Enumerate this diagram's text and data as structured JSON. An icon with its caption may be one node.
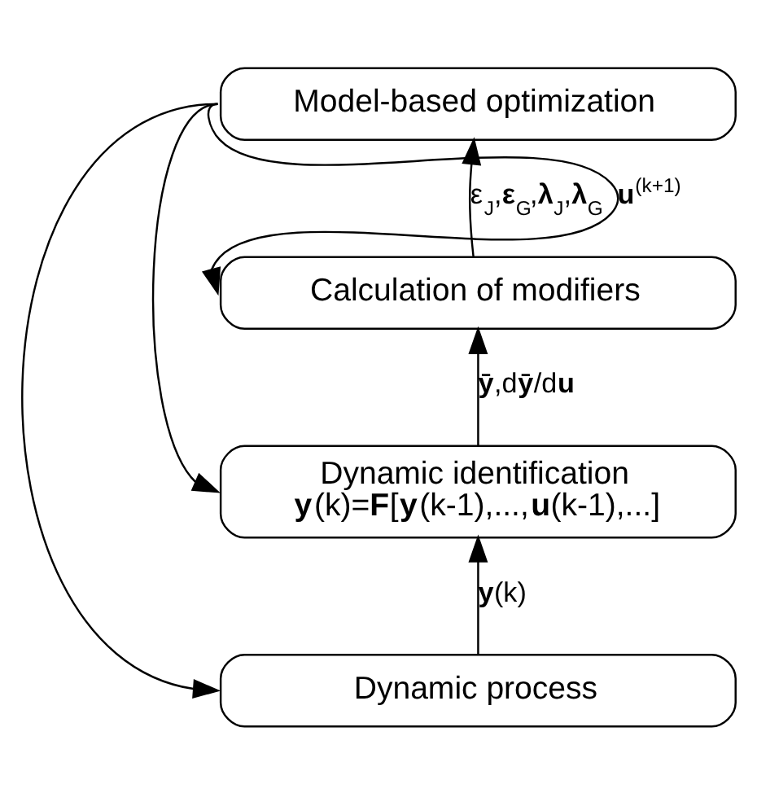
{
  "diagram": {
    "nodes": [
      {
        "text": [
          "Model-based optimization"
        ]
      },
      {
        "text": [
          "Calculation of modifiers"
        ]
      },
      {
        "text": [
          "Dynamic identification",
          "**y**(k)=**F**[**y**(k-1),...,**u**(k-1),...]"
        ]
      },
      {
        "text": [
          "Dynamic process"
        ]
      }
    ],
    "edges": [
      {
        "from": 1,
        "to": 0,
        "arrow": "to",
        "label": "ε$_{J}$,**ε**$_{G}$,**λ**$_{J}$,**λ**$_{G}$"
      },
      {
        "from": 2,
        "to": 1,
        "arrow": "to",
        "label": "**ȳ**,d**ȳ**/d**u**"
      },
      {
        "from": 3,
        "to": 2,
        "arrow": "to",
        "label": "**y**(k)"
      },
      {
        "from": 0,
        "to": 1,
        "arrow": "to",
        "label": "**u**$^{(k+1)}$"
      },
      {
        "from": 0,
        "to": 2,
        "arrow": "to"
      },
      {
        "from": 0,
        "to": 3,
        "arrow": "to"
      }
    ]
  }
}
